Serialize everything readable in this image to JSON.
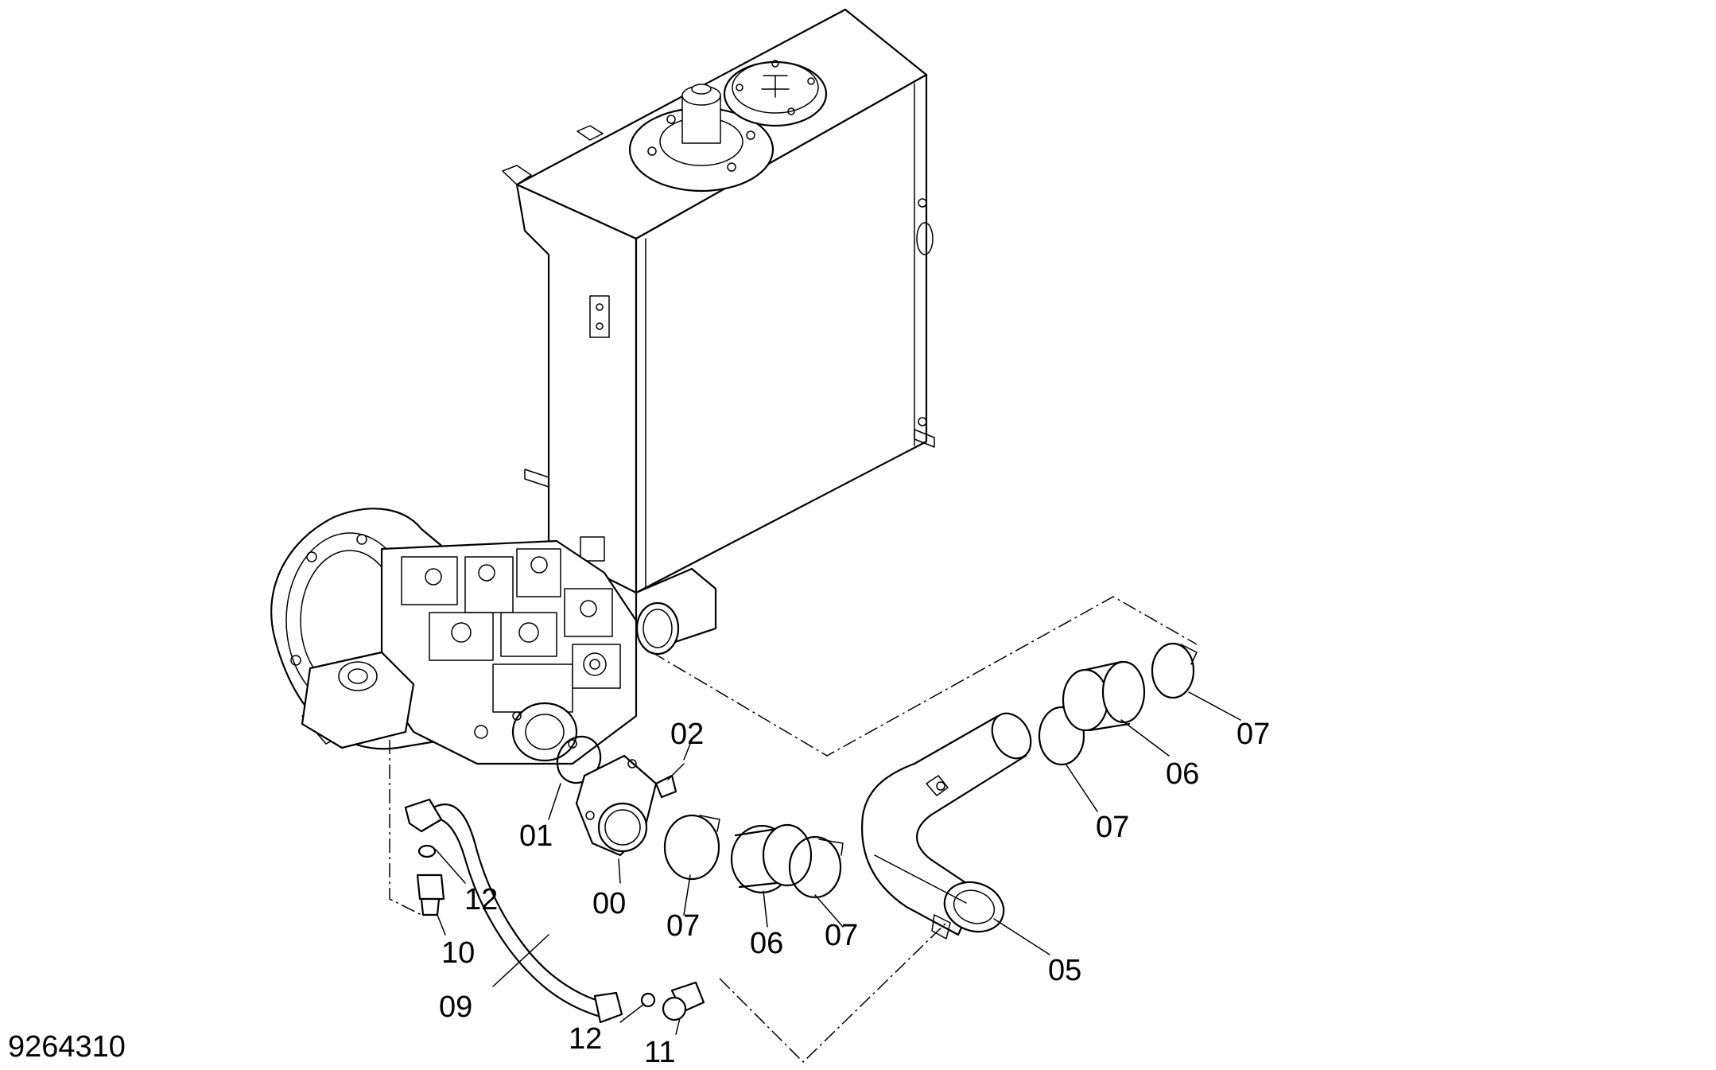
{
  "document_number": "9264310",
  "callouts": [
    {
      "id": "lbl-00",
      "text": "00"
    },
    {
      "id": "lbl-01",
      "text": "01"
    },
    {
      "id": "lbl-02",
      "text": "02"
    },
    {
      "id": "lbl-05",
      "text": "05"
    },
    {
      "id": "lbl-06a",
      "text": "06"
    },
    {
      "id": "lbl-06b",
      "text": "06"
    },
    {
      "id": "lbl-07a",
      "text": "07"
    },
    {
      "id": "lbl-07b",
      "text": "07"
    },
    {
      "id": "lbl-07c",
      "text": "07"
    },
    {
      "id": "lbl-07d",
      "text": "07"
    },
    {
      "id": "lbl-09",
      "text": "09"
    },
    {
      "id": "lbl-10",
      "text": "10"
    },
    {
      "id": "lbl-11",
      "text": "11"
    },
    {
      "id": "lbl-12a",
      "text": "12"
    },
    {
      "id": "lbl-12b",
      "text": "12"
    }
  ]
}
